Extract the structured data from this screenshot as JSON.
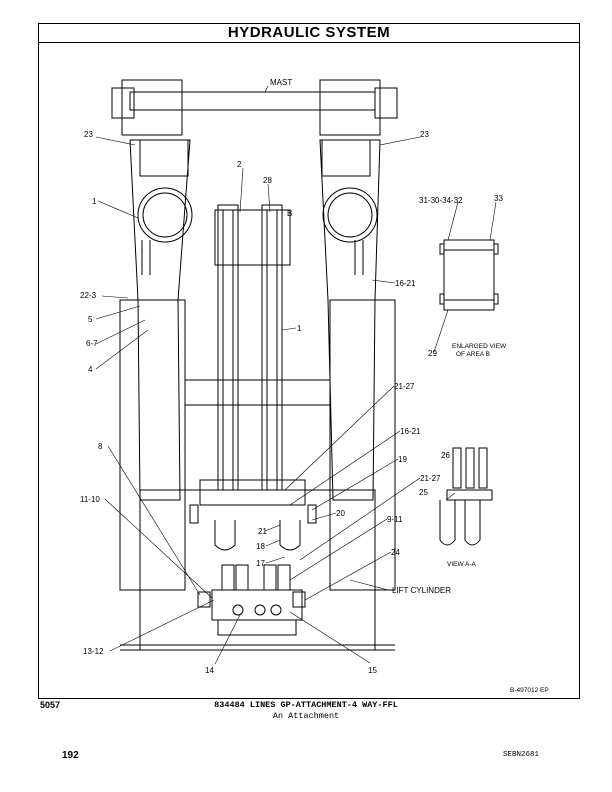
{
  "title": "HYDRAULIC SYSTEM",
  "callouts": {
    "mast": "MAST",
    "c23_left": "23",
    "c23_right": "23",
    "c1_left": "1",
    "c1_mid": "1",
    "c2": "2",
    "c28": "28",
    "cB": "B",
    "c22_3": "22-3",
    "c5": "5",
    "c6_7": "6-7",
    "c4": "4",
    "c16_21_top": "16-21",
    "c21_27_top": "21-27",
    "c16_21_mid": "16-21",
    "c19": "19",
    "c21_27_mid": "21-27",
    "c20": "20",
    "c9_11": "9-11",
    "c8": "8",
    "c11_10": "11-10",
    "c21": "21",
    "c18": "18",
    "c17": "17",
    "c24": "24",
    "lift_cylinder": "LIFT CYLINDER",
    "c13_12": "13-12",
    "c14": "14",
    "c15": "15",
    "c31_30_34_32": "31-30-34-32",
    "c33": "33",
    "c29": "29",
    "enlarged_1": "ENLARGED VIEW",
    "enlarged_2": "OF AREA B",
    "c26": "26",
    "c25": "25",
    "view_aa": "VIEW A-A"
  },
  "drawing_ref": "B-497012 EP",
  "footer": {
    "code": "5057",
    "title": "834484 LINES GP-ATTACHMENT-4 WAY-FFL",
    "subtitle": "An Attachment",
    "page": "192",
    "doc_id": "SEBN2681"
  }
}
